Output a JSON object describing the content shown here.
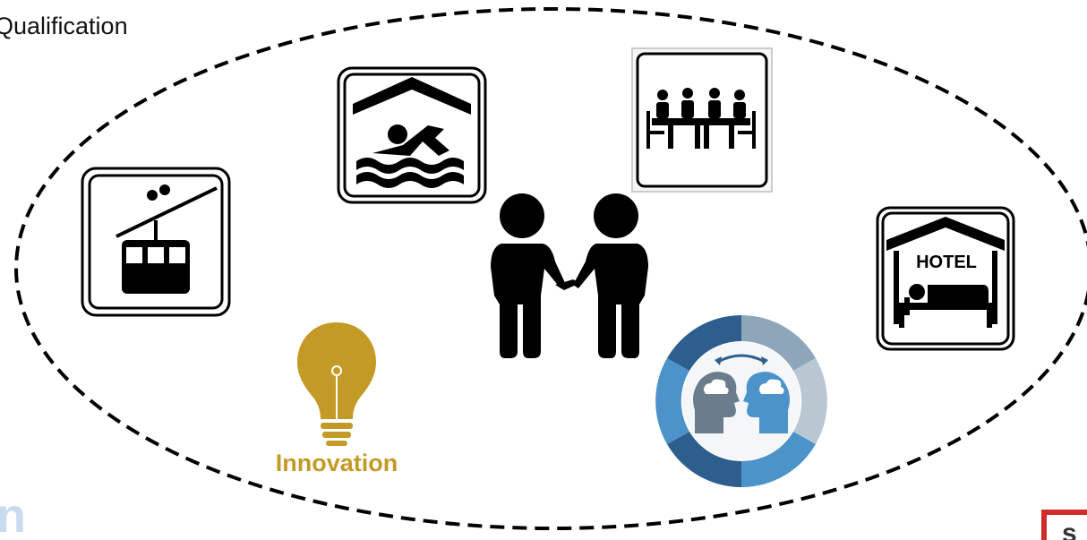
{
  "slide": {
    "title": "Qualification"
  },
  "icons": {
    "cable_car": {
      "name": "cable-car-icon"
    },
    "swimming_pool": {
      "name": "indoor-swimming-pool-icon"
    },
    "meeting": {
      "name": "meeting-table-icon"
    },
    "hotel": {
      "name": "hotel-icon",
      "label": "HOTEL"
    },
    "handshake": {
      "name": "handshake-people-icon"
    },
    "innovation": {
      "name": "lightbulb-icon",
      "label": "Innovation"
    },
    "exchange": {
      "name": "knowledge-exchange-icon"
    }
  },
  "colors": {
    "ellipse_border": "#000000",
    "innovation_gold": "#C49A26",
    "exchange_dark_blue": "#2E5E8E",
    "exchange_mid_blue": "#4C93C9",
    "exchange_gray": "#8EA6BA",
    "exchange_light": "#B9C7D3",
    "logo_red": "#D22B2B"
  }
}
